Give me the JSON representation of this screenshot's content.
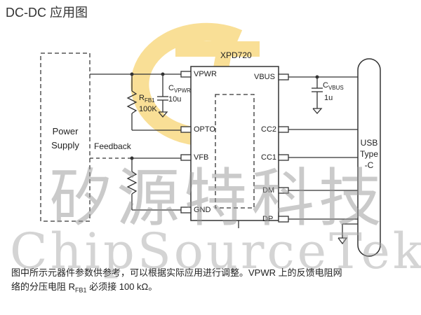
{
  "title": "DC-DC 应用图",
  "chip": "XPD720",
  "power_supply": [
    "Power",
    "Supply"
  ],
  "feedback": "Feedback",
  "resistor": {
    "name": "R",
    "sub": "FB1",
    "value": "100K"
  },
  "cap_vpwr": {
    "name": "C",
    "sub": "VPWR",
    "value": "10u"
  },
  "cap_vbus": {
    "name": "C",
    "sub": "VBUS",
    "value": "1u"
  },
  "pins_left": [
    "VPWR",
    "OPTO",
    "VFB",
    "GND"
  ],
  "pins_right": [
    "VBUS",
    "CC2",
    "CC1",
    "DM",
    "DP"
  ],
  "usb": [
    "USB",
    "Type",
    "-C"
  ],
  "watermark_cn": "矽源特科技",
  "watermark_en": "ChipSourceTek",
  "caption_line1": "图中所示元器件参数供参考，可以根据实际应用进行调整。VPWR 上的反馈电阻网",
  "caption_pre": "络的分压电阻 R",
  "caption_sub": "FB1",
  "caption_post": " 必须接 100 kΩ。",
  "colors": {
    "logo": "#f5c542",
    "line": "#333333",
    "watermark": "#999999"
  }
}
